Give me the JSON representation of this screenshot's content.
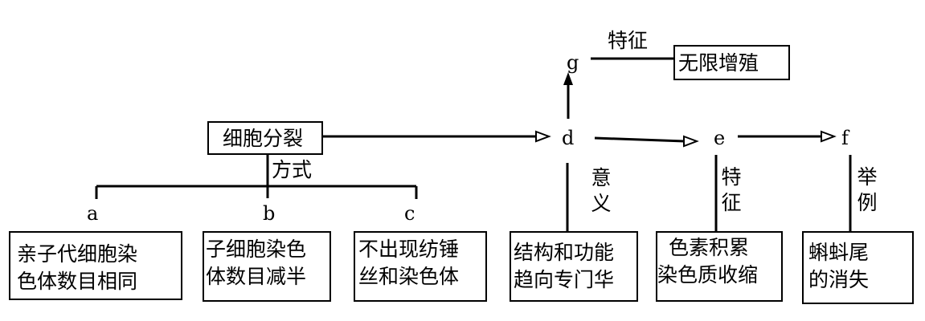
{
  "root": {
    "label": "细胞分裂"
  },
  "mode_label": "方式",
  "modes": [
    {
      "letter": "a",
      "desc_line1": "亲子代细胞染",
      "desc_line2": "色体数目相同"
    },
    {
      "letter": "b",
      "desc_line1": "子细胞染色",
      "desc_line2": "体数目减半"
    },
    {
      "letter": "c",
      "desc_line1": "不出现纺锤",
      "desc_line2": "丝和染色体"
    }
  ],
  "chain": {
    "d": {
      "letter": "d",
      "rel": [
        "意",
        "义"
      ],
      "desc_line1": "结构和功能",
      "desc_line2": "趋向专门华"
    },
    "e": {
      "letter": "e",
      "rel": [
        "特",
        "征"
      ],
      "desc_line1": "色素积累",
      "desc_line2": "染色质收缩"
    },
    "f": {
      "letter": "f",
      "rel": [
        "举",
        "例"
      ],
      "desc_line1": "蝌蚪尾",
      "desc_line2": "的消失"
    }
  },
  "g": {
    "letter": "g",
    "rel_label": "特征",
    "box_label": "无限增殖"
  }
}
